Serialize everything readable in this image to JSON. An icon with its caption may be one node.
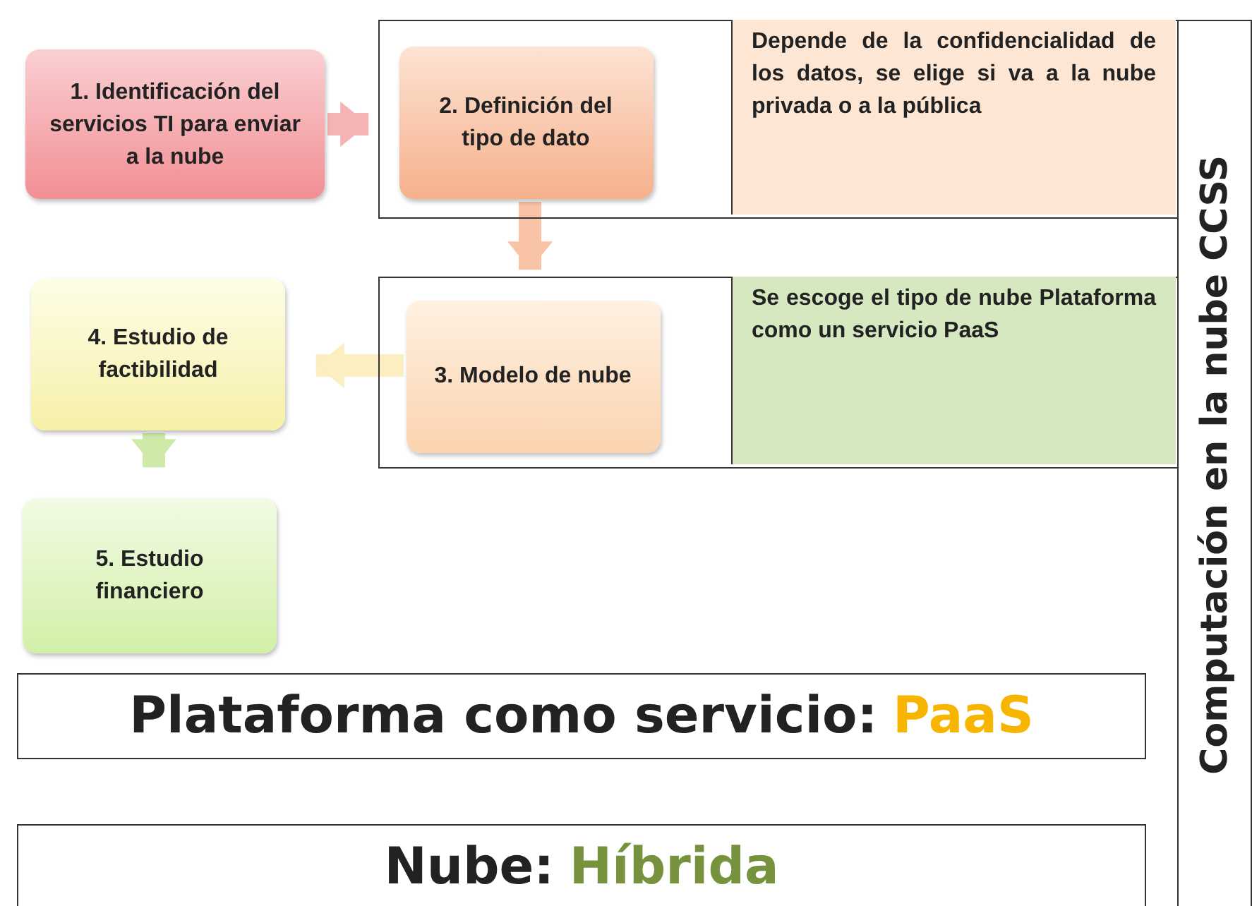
{
  "diagram": {
    "nodes": [
      {
        "text": [
          "1. Identificación del servicios TI para enviar a la nube"
        ]
      },
      {
        "text": [],
        "shape": "box"
      },
      {
        "text": [
          "2. Definición del tipo de dato"
        ],
        "in": 1
      },
      {
        "text": [
          "Depende de la confidencialidad de los datos, se elige si va a la nube privada o a la pública"
        ],
        "in": 1
      },
      {
        "text": [],
        "shape": "box"
      },
      {
        "text": [
          "3. Modelo de nube"
        ],
        "in": 4
      },
      {
        "text": [
          "Se escoge el tipo de nube Plataforma como un servicio PaaS"
        ],
        "in": 4
      },
      {
        "text": [
          "4. Estudio de factibilidad"
        ]
      },
      {
        "text": [
          "5. Estudio financiero"
        ]
      },
      {
        "text": [
          "Plataforma como servicio:",
          "PaaS"
        ]
      },
      {
        "text": [
          "Nube:",
          "Híbrida"
        ]
      },
      {
        "text": [
          "Computación en la nube CCSS"
        ]
      }
    ],
    "edges": [
      {
        "from": 0,
        "to": 2,
        "arrow": "to",
        "color": "#f4b4b6"
      },
      {
        "from": 2,
        "to": 5,
        "arrow": "to",
        "color": "#f8c3a6"
      },
      {
        "from": 5,
        "to": 7,
        "arrow": "to",
        "color": "#fbeec0"
      },
      {
        "from": 7,
        "to": 8,
        "arrow": "to",
        "color": "#cfeaa8"
      }
    ]
  }
}
